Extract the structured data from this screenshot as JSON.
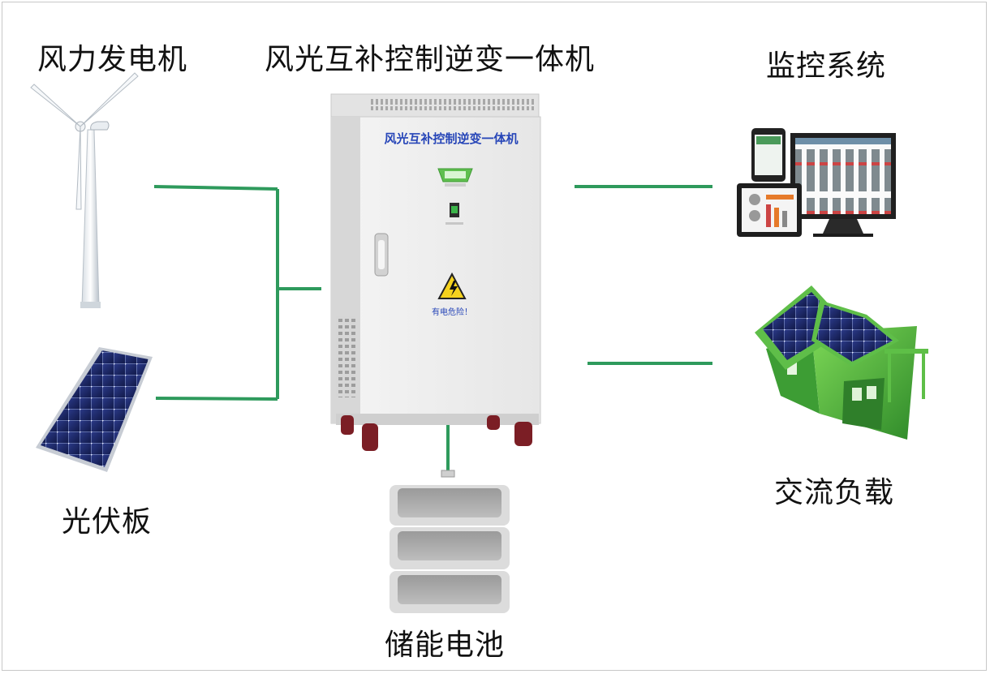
{
  "labels": {
    "wind_turbine": "风力发电机",
    "inverter_title": "风光互补控制逆变一体机",
    "monitoring": "监控系统",
    "solar_panel": "光伏板",
    "ac_load": "交流负载",
    "battery": "储能电池"
  },
  "cabinet": {
    "panel_title": "风光互补控制逆变一体机",
    "warning_text": "有电危险！"
  },
  "colors": {
    "connector": "#2e9a5c",
    "cabinet": "#eeeeee",
    "house": "#44a83a",
    "title_blue": "#2746b8",
    "warning": "#f5d21e"
  }
}
